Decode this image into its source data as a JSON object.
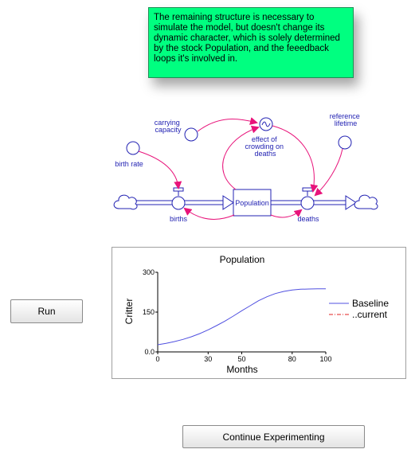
{
  "note": {
    "text": "The remaining structure is necessary to simulate the model, but doesn't change its dynamic character, which is solely determined by the stock Population, and the feeedback loops it's involved in."
  },
  "diagram": {
    "stock": "Population",
    "flows": {
      "inflow": "births",
      "outflow": "deaths"
    },
    "carrying_capacity": [
      "carrying",
      "capacity"
    ],
    "birth_rate": "birth rate",
    "effect": [
      "effect of",
      "crowding on",
      "deaths"
    ],
    "reference_lifetime": [
      "reference",
      "lifetime"
    ],
    "colors": {
      "flow": "#2323b3",
      "link": "#e8137a"
    }
  },
  "chart_data": {
    "type": "line",
    "title": "Population",
    "xlabel": "Months",
    "ylabel": "Critter",
    "xlim": [
      0,
      100
    ],
    "ylim": [
      0,
      300
    ],
    "xticks": [
      "0",
      "30",
      "50",
      "80",
      "100"
    ],
    "xtick_values": [
      0,
      30,
      50,
      80,
      100
    ],
    "yticks": [
      "0.0",
      "150",
      "300"
    ],
    "ytick_values": [
      0,
      150,
      300
    ],
    "series": [
      {
        "name": "Baseline",
        "color": "#5050e0",
        "style": "solid",
        "x": [
          0,
          5,
          10,
          15,
          20,
          25,
          30,
          35,
          40,
          45,
          50,
          55,
          60,
          65,
          70,
          75,
          80,
          85,
          90,
          95,
          100
        ],
        "y": [
          27,
          32,
          39,
          47,
          57,
          69,
          83,
          99,
          116,
          135,
          155,
          174,
          193,
          208,
          220,
          228,
          233,
          236,
          237,
          238,
          238
        ]
      },
      {
        "name": "..current",
        "color": "#e02020",
        "style": "dashdot",
        "x": [],
        "y": []
      }
    ],
    "legend": "right"
  },
  "buttons": {
    "run": "Run",
    "continue": "Continue Experimenting"
  }
}
